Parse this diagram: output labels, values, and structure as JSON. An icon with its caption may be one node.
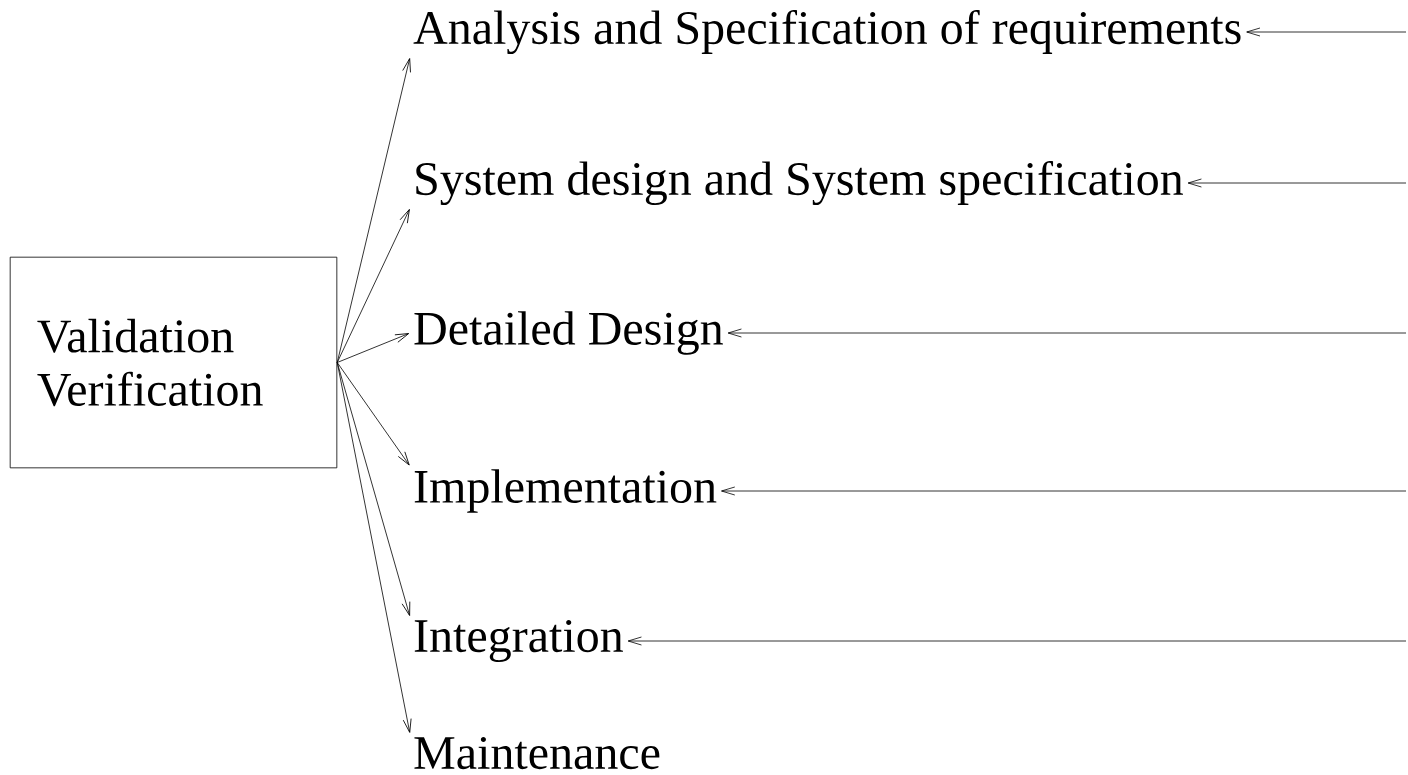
{
  "diagram": {
    "nodes": [
      {
        "text": [
          "Validation Verification"
        ]
      },
      {
        "text": [
          "Analysis and Specification of requirements"
        ]
      },
      {
        "text": [
          "System design and System specification"
        ]
      },
      {
        "text": [
          "Detailed Design"
        ]
      },
      {
        "text": [
          "Implementation"
        ]
      },
      {
        "text": [
          "Integration"
        ]
      },
      {
        "text": [
          "Maintenance"
        ]
      }
    ],
    "edges": [
      {
        "from": 0,
        "to": 1,
        "arrow": "to"
      },
      {
        "from": 0,
        "to": 2,
        "arrow": "to"
      },
      {
        "from": 0,
        "to": 3,
        "arrow": "to"
      },
      {
        "from": 0,
        "to": 4,
        "arrow": "to"
      },
      {
        "from": 0,
        "to": 5,
        "arrow": "to"
      },
      {
        "from": 0,
        "to": 6,
        "arrow": "to"
      },
      {
        "from": null,
        "to": 1,
        "arrow": "to"
      },
      {
        "from": null,
        "to": 2,
        "arrow": "to"
      },
      {
        "from": null,
        "to": 3,
        "arrow": "to"
      },
      {
        "from": null,
        "to": 4,
        "arrow": "to"
      },
      {
        "from": null,
        "to": 5,
        "arrow": "to"
      }
    ]
  }
}
